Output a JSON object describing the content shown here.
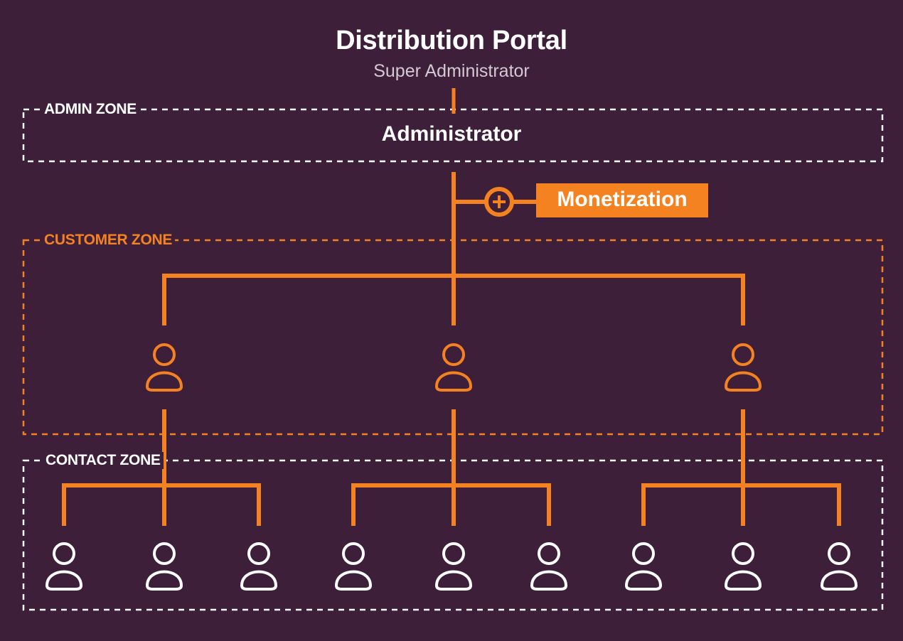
{
  "header": {
    "title": "Distribution Portal",
    "subtitle": "Super Administrator"
  },
  "zones": {
    "admin": {
      "label": "ADMIN ZONE",
      "node": "Administrator"
    },
    "customer": {
      "label": "CUSTOMER ZONE",
      "customers": 3
    },
    "contact": {
      "label": "CONTACT ZONE",
      "contacts_per_customer": 3
    }
  },
  "monetization": {
    "label": "Monetization",
    "icon": "plus-circle-icon"
  },
  "icons": {
    "customer": "user-icon",
    "contact": "user-icon"
  },
  "colors": {
    "background": "#3d1f3a",
    "accent": "#f58220",
    "white": "#ffffff",
    "muted": "#d4c9d3"
  }
}
